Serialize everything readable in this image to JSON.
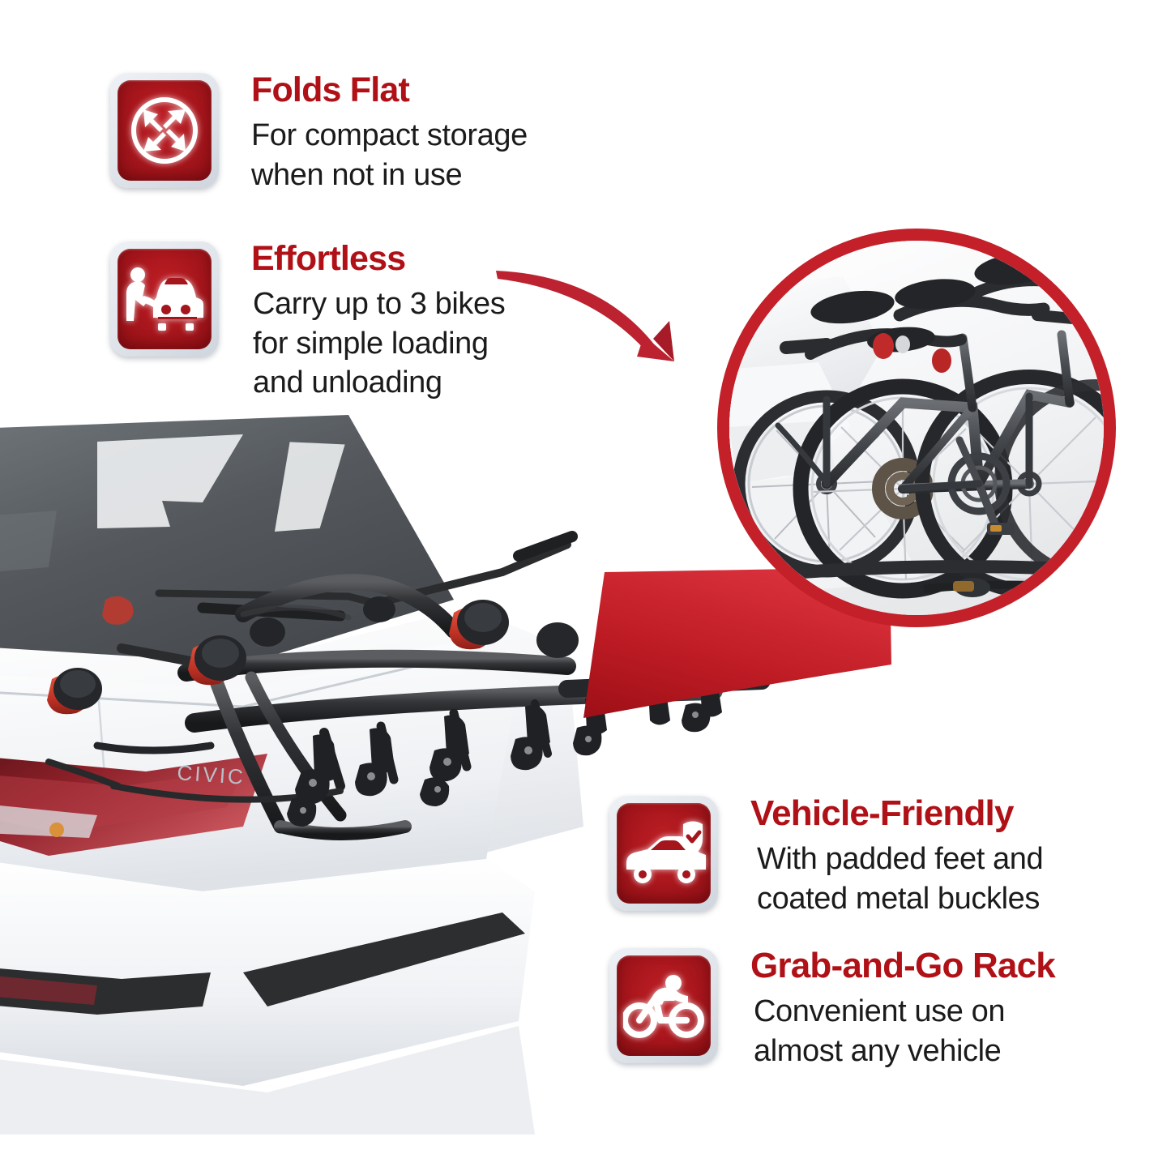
{
  "brand": {
    "title_color": "#b01117",
    "tile_red": "#ab171d",
    "ring_red": "#c3202a",
    "body_text_color": "#1b1b1b"
  },
  "features": [
    {
      "id": "folds-flat",
      "icon": "compress-arrows-circle-icon",
      "title": "Folds Flat",
      "desc": "For compact storage\nwhen not in use"
    },
    {
      "id": "effortless",
      "icon": "person-loading-car-icon",
      "title": "Effortless",
      "desc": "Carry up to 3 bikes\nfor simple loading\n and unloading"
    },
    {
      "id": "vehicle-friendly",
      "icon": "car-shield-check-icon",
      "title": "Vehicle-Friendly",
      "desc": " With padded feet and\ncoated metal buckles"
    },
    {
      "id": "grab-and-go-rack",
      "icon": "cyclist-icon",
      "title": "Grab-and-Go Rack",
      "desc": "Convenient use on\nalmost any vehicle"
    }
  ],
  "photo": {
    "vehicle_badge": "CIVIC",
    "description": "White Honda Civic sedan rear with trunk-mounted 3-bike rack"
  },
  "magnifier": {
    "description": "Close-up of three bicycles loaded on the trunk rack"
  },
  "callout_arrow": {
    "description": "Curved red arrow pointing to the magnified detail"
  }
}
